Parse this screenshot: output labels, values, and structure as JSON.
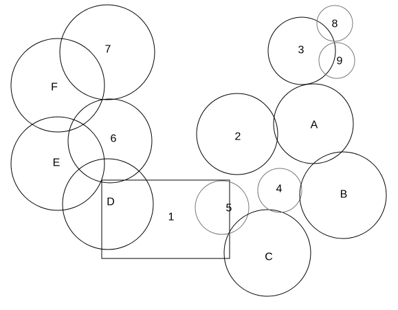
{
  "colors": {
    "background": "#ffffff",
    "stroke_dark": "#000000",
    "stroke_gray": "#777777",
    "text": "#000000"
  },
  "shapes": {
    "circle_7": {
      "label": "7",
      "stroke": "dark"
    },
    "circle_F": {
      "label": "F",
      "stroke": "dark"
    },
    "circle_6": {
      "label": "6",
      "stroke": "dark"
    },
    "circle_E": {
      "label": "E",
      "stroke": "dark"
    },
    "circle_D": {
      "label": "D",
      "stroke": "dark"
    },
    "rect_1": {
      "label": "1",
      "stroke": "dark"
    },
    "circle_5": {
      "label": "5",
      "stroke": "gray"
    },
    "circle_2": {
      "label": "2",
      "stroke": "dark"
    },
    "circle_C": {
      "label": "C",
      "stroke": "dark"
    },
    "circle_4": {
      "label": "4",
      "stroke": "gray"
    },
    "circle_A": {
      "label": "A",
      "stroke": "dark"
    },
    "circle_B": {
      "label": "B",
      "stroke": "dark"
    },
    "circle_3": {
      "label": "3",
      "stroke": "dark"
    },
    "circle_8": {
      "label": "8",
      "stroke": "gray"
    },
    "circle_9": {
      "label": "9",
      "stroke": "gray"
    }
  }
}
